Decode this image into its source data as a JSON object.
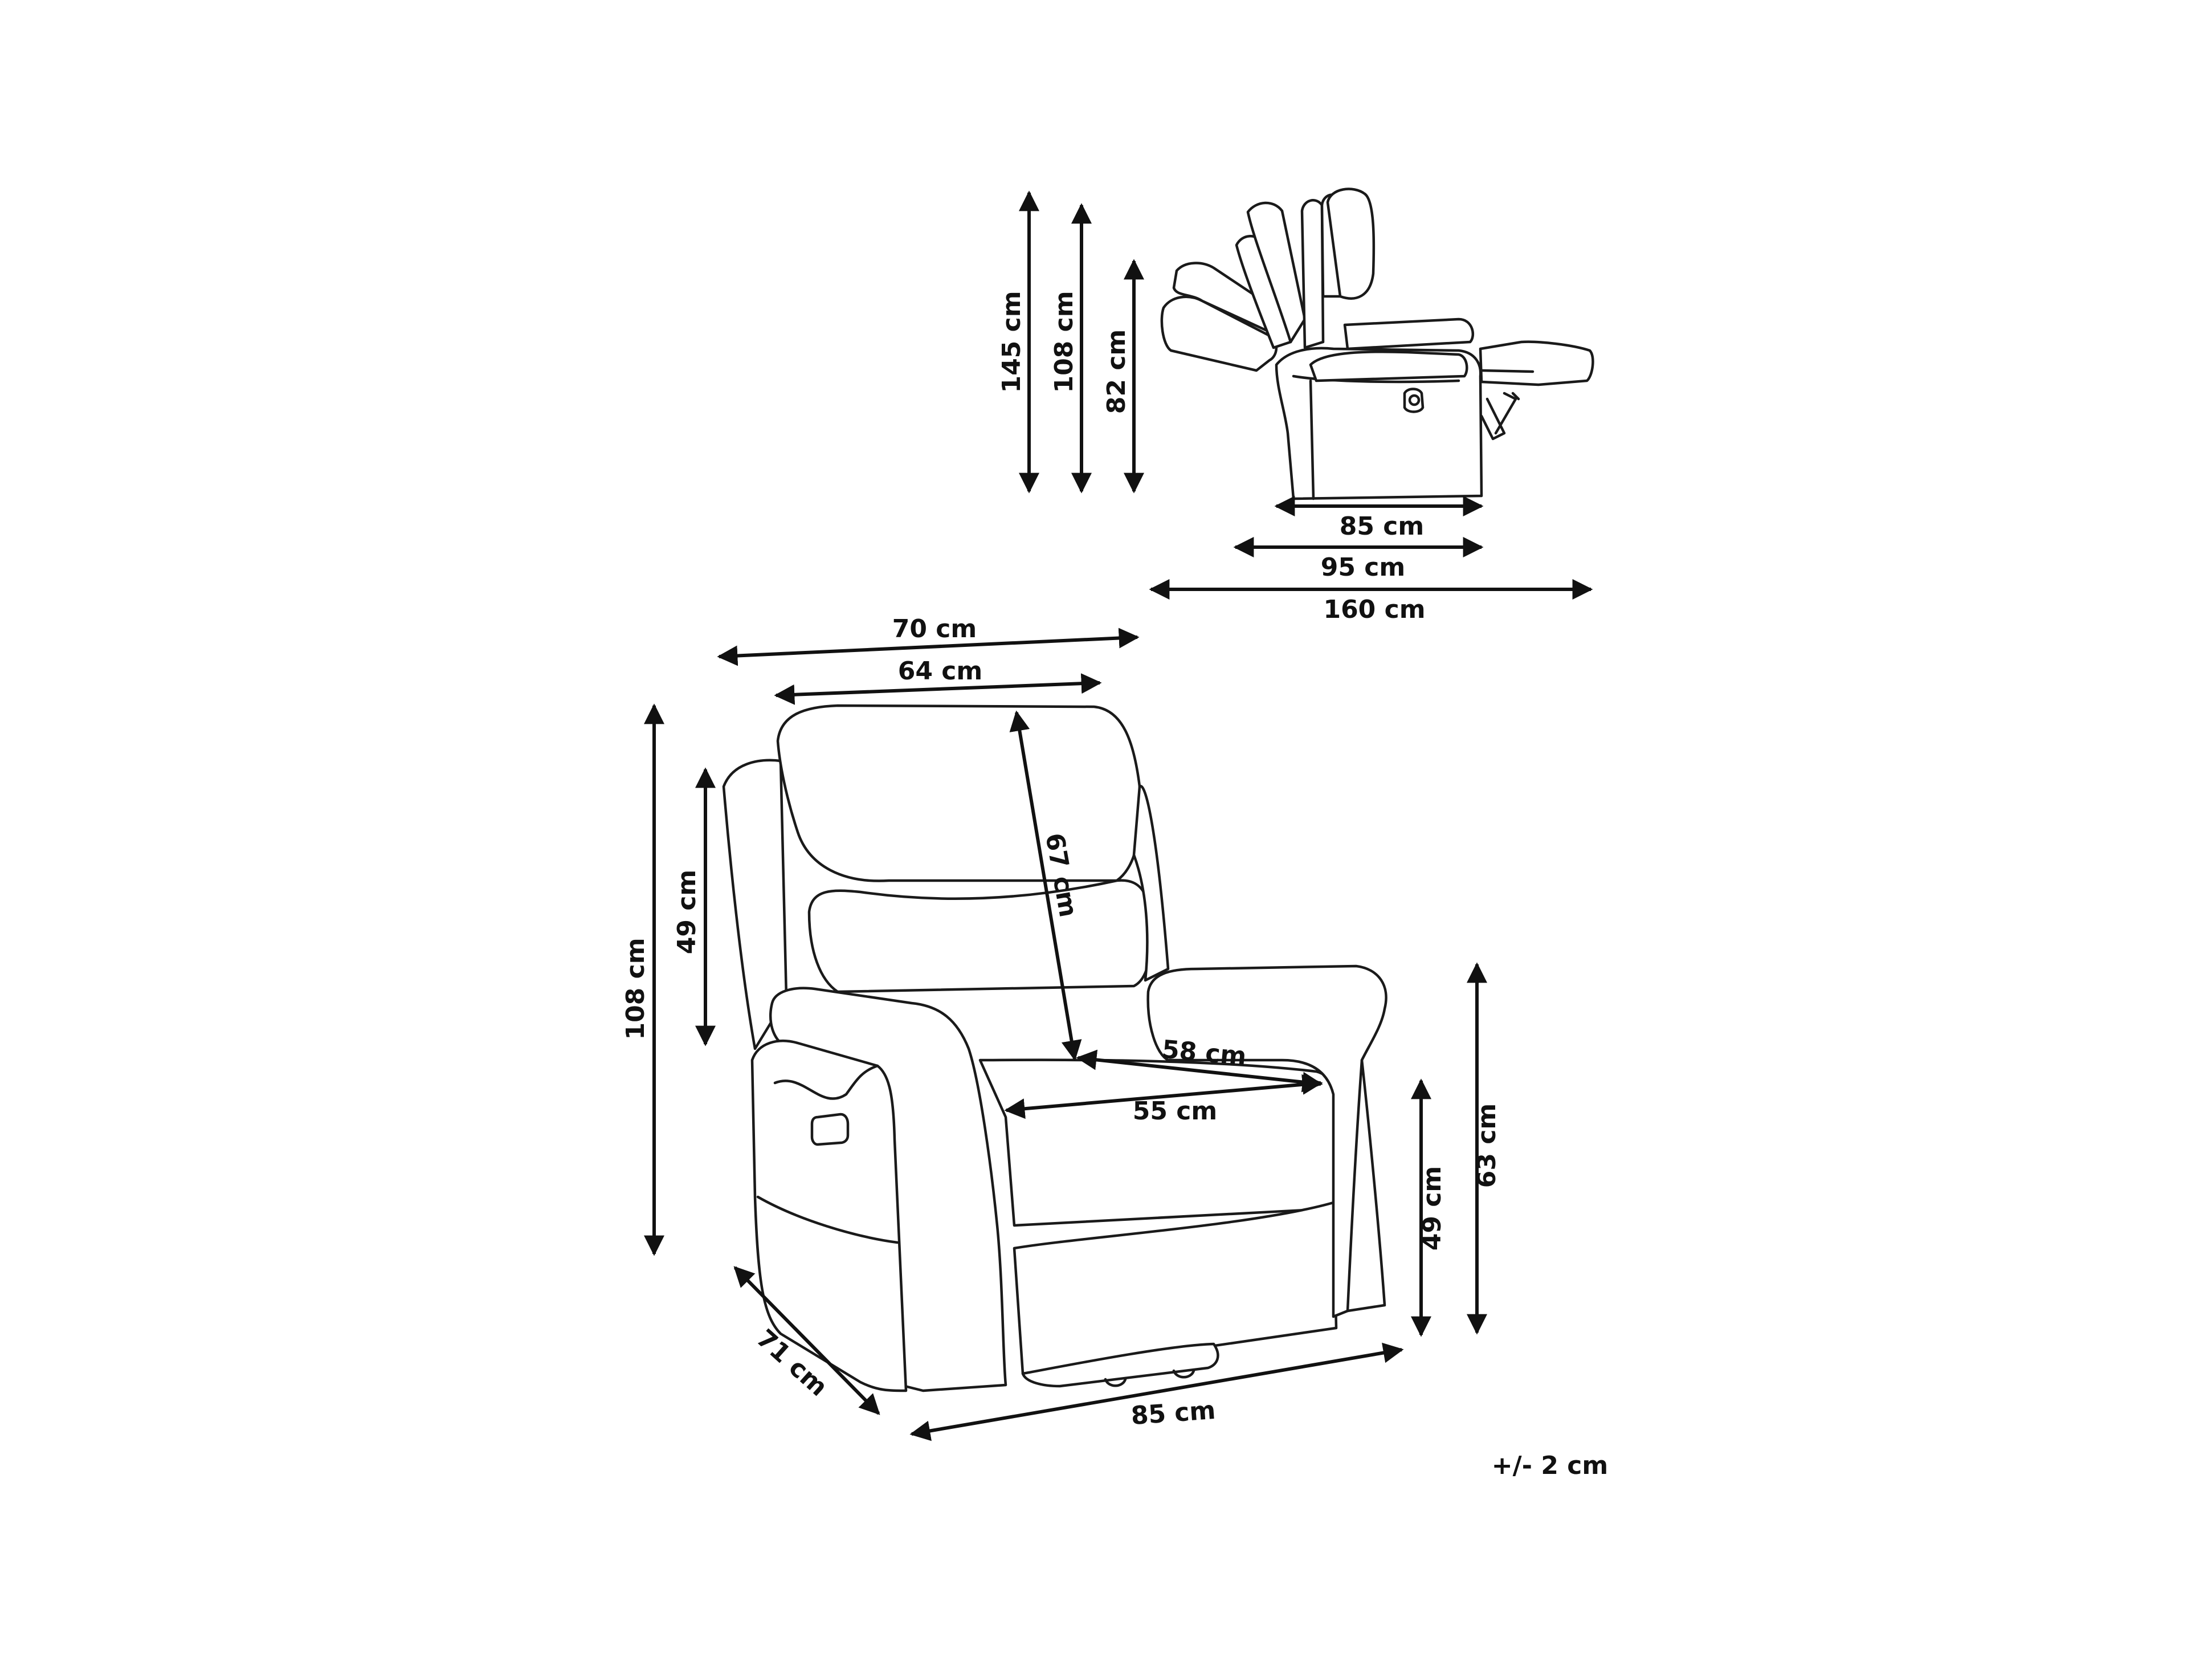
{
  "side_view": {
    "heights": {
      "max_height": "145 cm",
      "upright_height": "108 cm",
      "low_height": "82 cm"
    },
    "depths": {
      "upright_depth": "85 cm",
      "semi_reclined_depth": "95 cm",
      "reclined_depth": "160 cm"
    }
  },
  "front_view": {
    "total_width": "70 cm",
    "backrest_width": "64 cm",
    "total_height": "108 cm",
    "backrest_height_from_seat": "49 cm",
    "backrest_length": "67 cm",
    "seat_depth": "58 cm",
    "seat_width": "55 cm",
    "armrest_height": "63 cm",
    "seat_height": "49 cm",
    "depth": "71 cm",
    "base_width": "85 cm"
  },
  "tolerance": "+/- 2 cm"
}
